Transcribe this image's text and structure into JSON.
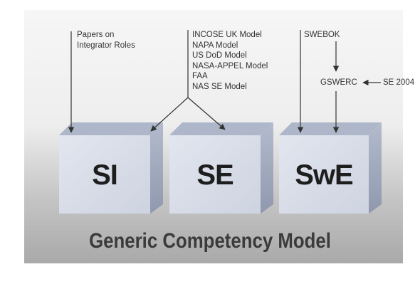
{
  "annotations": {
    "papers": [
      "Papers on",
      "Integrator Roles"
    ],
    "models": [
      "INCOSE UK Model",
      "NAPA Model",
      "US DoD Model",
      "NASA-APPEL Model",
      "FAA",
      "NAS SE Model"
    ],
    "swebok": "SWEBOK",
    "gswerc": "GSWERC",
    "se2004": "SE 2004"
  },
  "cubes": [
    {
      "label": "SI"
    },
    {
      "label": "SE"
    },
    {
      "label": "SwE"
    }
  ],
  "model_title": "Generic Competency Model",
  "colors": {
    "cube_front": "#d8dde9",
    "cube_top": "#aab2c6",
    "cube_side": "#9aa3b8",
    "panel": "#a3a3a3",
    "arrow": "#333333"
  }
}
